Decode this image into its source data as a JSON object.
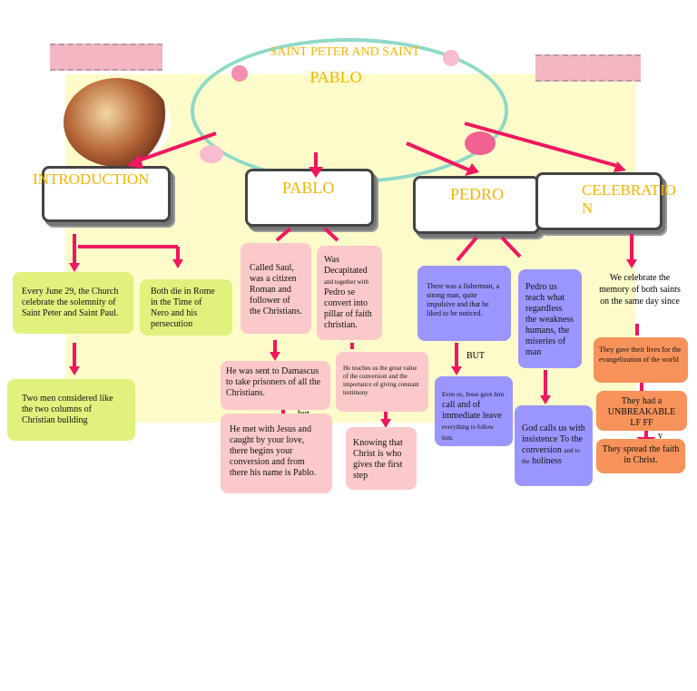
{
  "title_line1": "SAINT PETER AND SAINT",
  "title_line2": "PABLO",
  "headings": {
    "introduction": "INTRODUCTION",
    "pablo": "PABLO",
    "pedro": "PEDRO",
    "celebration": "CELEBRATION"
  },
  "introduction": {
    "box1": "Every June 29, the Church celebrate the solemnity of Saint Peter and Saint Paul.",
    "box2": "Both die in Rome in the Time of Nero and his persecution",
    "box3": "Two men considered like the two columns of Christian building"
  },
  "pablo": {
    "box1": "Called Saul, was a citizen Roman and follower of the Christians.",
    "box2_main": "Was Decapitated",
    "box2_small": "and together with",
    "box2_rest": "Pedro se convert into pillar of faith christian.",
    "box3": "He was sent to Damascus to take prisoners of all the Christians.",
    "connector_but": "but",
    "box4": "He met with Jesus and caught by your love, there begins your conversion and from there his name is Pablo.",
    "box5": "He teaches us the great value of the conversion and the importance of giving constant testimony",
    "box6": "Knowing that Christ is who gives the first step"
  },
  "pedro": {
    "box1": "There was a fisherman, a strong man, quite impulsive and that he liked to be noticed.",
    "connector_but": "BUT",
    "box2_small": "Even so, Jesus gave him",
    "box2_main": "call and of immediate leave",
    "box2_tail": "everything to follow him.",
    "box3": "Pedro us teach what regardless the weakness humans, the miseries of man",
    "box4_main": "God calls us with insistence To the conversion",
    "box4_small": "and to the",
    "box4_end": "holiness"
  },
  "celebration": {
    "text": "We celebrate the memory of both saints on the same day since",
    "box1": "They gave their lives for the evangelization of the world",
    "box2": "They had a UNBREAKABLE LF FF",
    "connector_y": "y",
    "box3": "They spread the faith in Christ."
  },
  "colors": {
    "accent_arrow": "#f0175f",
    "title_gold": "#f5b400",
    "green": "#e2f07e",
    "pink": "#fbc9c9",
    "purple": "#9b96ff",
    "orange": "#f7935a"
  }
}
